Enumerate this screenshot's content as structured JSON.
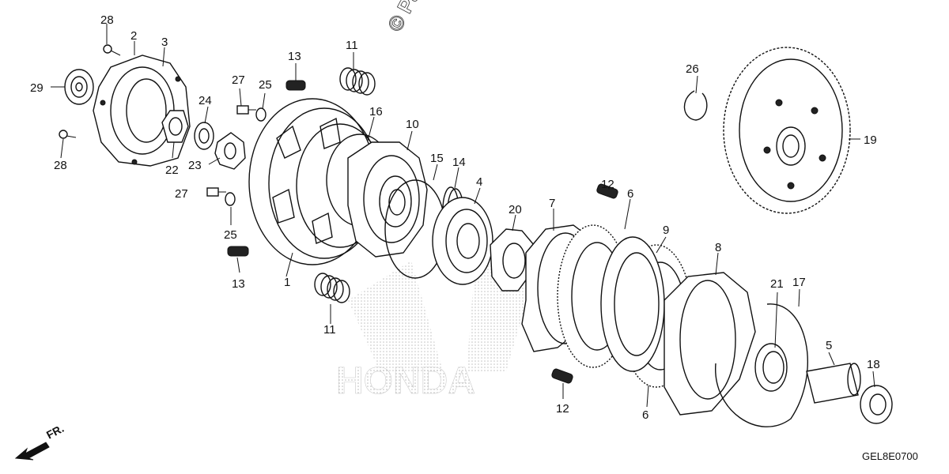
{
  "watermark": {
    "copyright": "© Pa",
    "brand": "HONDA"
  },
  "front_indicator": "FR.",
  "diagram_code": "GEL8E0700",
  "callouts": {
    "c1": "1",
    "c2": "2",
    "c3": "3",
    "c4": "4",
    "c5": "5",
    "c6a": "6",
    "c6b": "6",
    "c7": "7",
    "c8": "8",
    "c9": "9",
    "c10": "10",
    "c11a": "11",
    "c11b": "11",
    "c12a": "12",
    "c12b": "12",
    "c13a": "13",
    "c13b": "13",
    "c14": "14",
    "c15": "15",
    "c16": "16",
    "c17": "17",
    "c18": "18",
    "c19": "19",
    "c20": "20",
    "c21": "21",
    "c22": "22",
    "c23": "23",
    "c24": "24",
    "c25a": "25",
    "c25b": "25",
    "c26": "26",
    "c27a": "27",
    "c27b": "27",
    "c28a": "28",
    "c28b": "28",
    "c29": "29"
  }
}
